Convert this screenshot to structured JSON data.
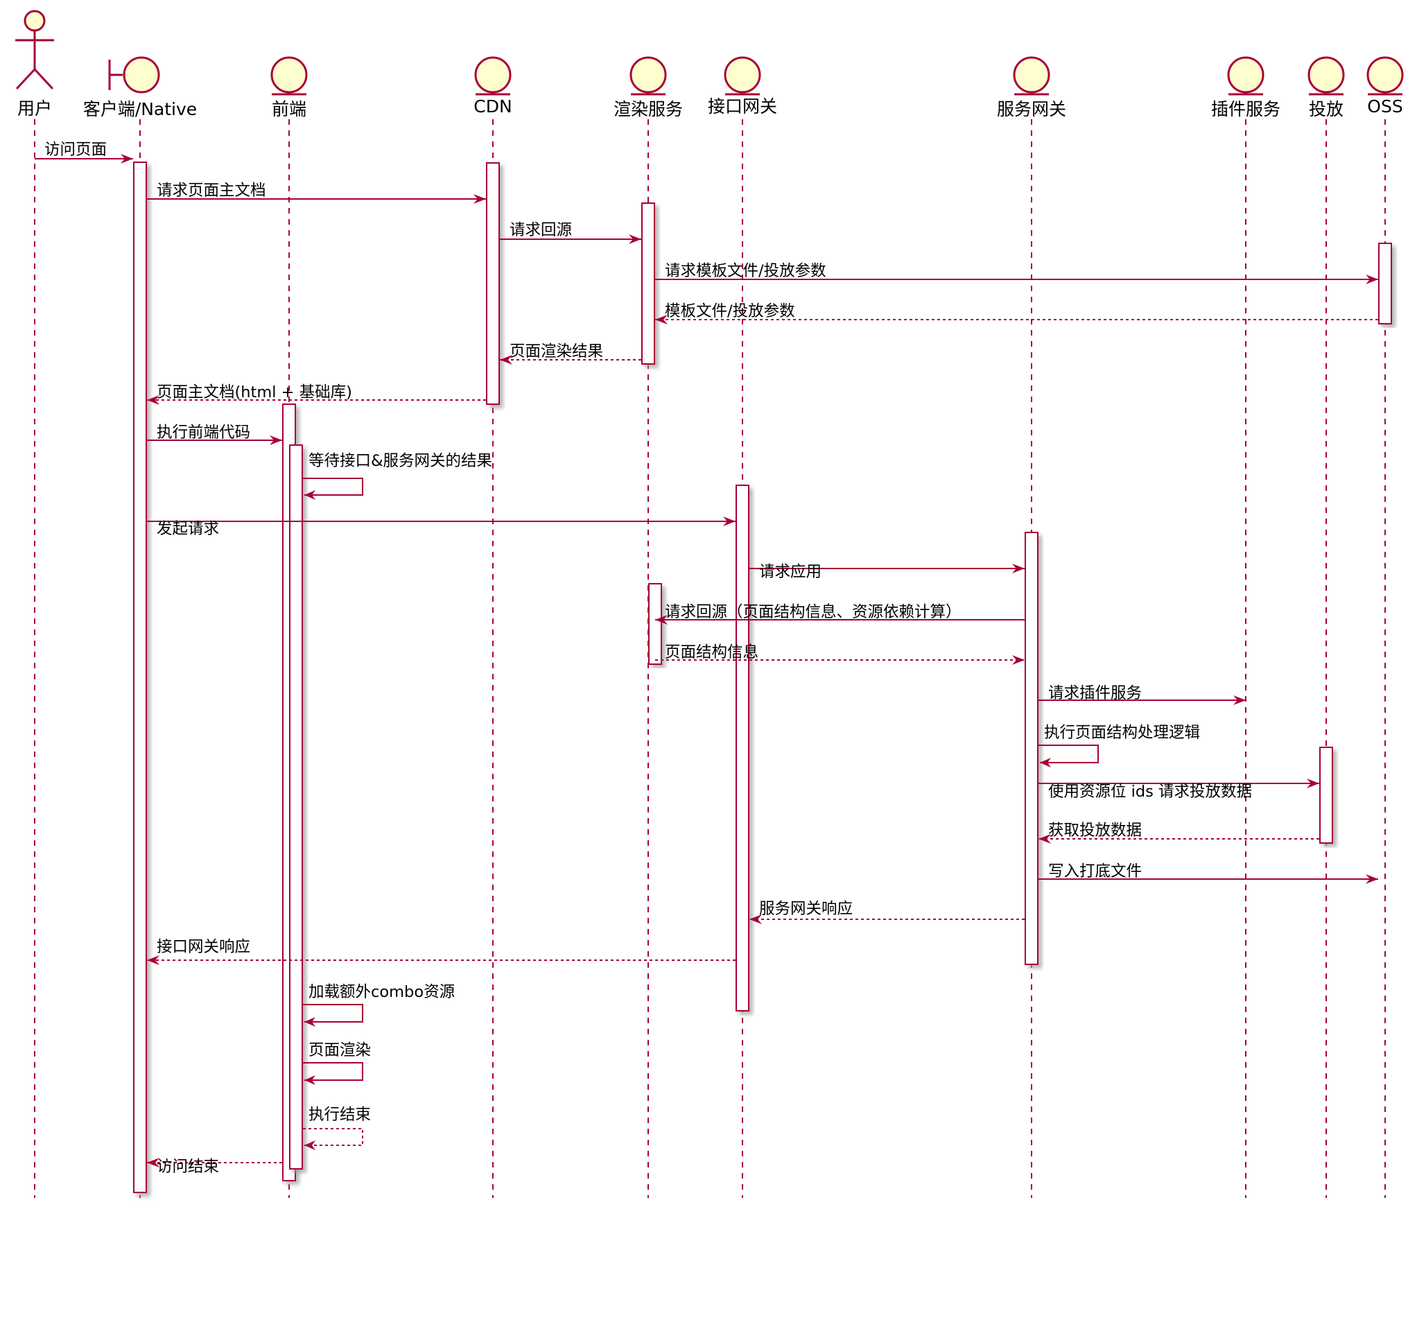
{
  "colors": {
    "line": "#A80036",
    "participant_fill": "#FEFECE",
    "text": "#000000",
    "shadow": "#A0A0A0"
  },
  "participants": [
    {
      "id": "user",
      "name": "用户",
      "kind": "actor"
    },
    {
      "id": "client",
      "name": "客户端/Native",
      "kind": "boundary"
    },
    {
      "id": "frontend",
      "name": "前端",
      "kind": "entity"
    },
    {
      "id": "cdn",
      "name": "CDN",
      "kind": "entity"
    },
    {
      "id": "render",
      "name": "渲染服务",
      "kind": "entity"
    },
    {
      "id": "api_gw",
      "name": "接口网关",
      "kind": "entity"
    },
    {
      "id": "svc_gw",
      "name": "服务网关",
      "kind": "entity"
    },
    {
      "id": "plugin",
      "name": "插件服务",
      "kind": "entity"
    },
    {
      "id": "ads",
      "name": "投放",
      "kind": "entity"
    },
    {
      "id": "oss",
      "name": "OSS",
      "kind": "entity"
    }
  ],
  "activations": [
    {
      "on": "client",
      "from_step": 1,
      "to_step": 26
    },
    {
      "on": "cdn",
      "from_step": 2,
      "to_step": 7
    },
    {
      "on": "render",
      "from_step": 3,
      "to_step": 6
    },
    {
      "on": "oss",
      "from_step": 4,
      "to_step": 5
    },
    {
      "on": "frontend",
      "from_step": 8,
      "to_step": 25
    },
    {
      "on": "frontend",
      "from_step": 9,
      "to_step": 24
    },
    {
      "on": "api_gw",
      "from_step": 10,
      "to_step": 21
    },
    {
      "on": "svc_gw",
      "from_step": 11,
      "to_step": 20
    },
    {
      "on": "render",
      "from_step": 12,
      "to_step": 13
    },
    {
      "on": "ads",
      "from_step": 16,
      "to_step": 17
    }
  ],
  "messages": [
    {
      "from": "user",
      "to": "client",
      "label": "访问页面",
      "type": "sync"
    },
    {
      "from": "client",
      "to": "cdn",
      "label": "请求页面主文档",
      "type": "sync"
    },
    {
      "from": "cdn",
      "to": "render",
      "label": "请求回源",
      "type": "sync"
    },
    {
      "from": "render",
      "to": "oss",
      "label": "请求模板文件/投放参数",
      "type": "sync"
    },
    {
      "from": "oss",
      "to": "render",
      "label": "模板文件/投放参数",
      "type": "return"
    },
    {
      "from": "render",
      "to": "cdn",
      "label": "页面渲染结果",
      "type": "return"
    },
    {
      "from": "cdn",
      "to": "client",
      "label": "页面主文档(html + 基础库)",
      "type": "return"
    },
    {
      "from": "client",
      "to": "frontend",
      "label": "执行前端代码",
      "type": "sync"
    },
    {
      "from": "frontend",
      "to": "frontend",
      "label": "等待接口&服务网关的结果",
      "type": "self"
    },
    {
      "from": "client",
      "to": "api_gw",
      "label": "发起请求",
      "type": "sync"
    },
    {
      "from": "api_gw",
      "to": "svc_gw",
      "label": "请求应用",
      "type": "sync"
    },
    {
      "from": "svc_gw",
      "to": "render",
      "label": "请求回源（页面结构信息、资源依赖计算）",
      "type": "sync"
    },
    {
      "from": "render",
      "to": "svc_gw",
      "label": "页面结构信息",
      "type": "return"
    },
    {
      "from": "svc_gw",
      "to": "plugin",
      "label": "请求插件服务",
      "type": "sync"
    },
    {
      "from": "svc_gw",
      "to": "svc_gw",
      "label": "执行页面结构处理逻辑",
      "type": "self"
    },
    {
      "from": "svc_gw",
      "to": "ads",
      "label": "使用资源位 ids 请求投放数据",
      "type": "sync"
    },
    {
      "from": "ads",
      "to": "svc_gw",
      "label": "获取投放数据",
      "type": "return"
    },
    {
      "from": "svc_gw",
      "to": "oss",
      "label": "写入打底文件",
      "type": "sync"
    },
    {
      "from": "svc_gw",
      "to": "api_gw",
      "label": "服务网关响应",
      "type": "return"
    },
    {
      "from": "api_gw",
      "to": "client",
      "label": "接口网关响应",
      "type": "return"
    },
    {
      "from": "frontend",
      "to": "frontend",
      "label": "加载额外combo资源",
      "type": "self"
    },
    {
      "from": "frontend",
      "to": "frontend",
      "label": "页面渲染",
      "type": "self"
    },
    {
      "from": "frontend",
      "to": "frontend",
      "label": "执行结束",
      "type": "self-return"
    },
    {
      "from": "frontend",
      "to": "client",
      "label": "访问结束",
      "type": "return"
    }
  ]
}
